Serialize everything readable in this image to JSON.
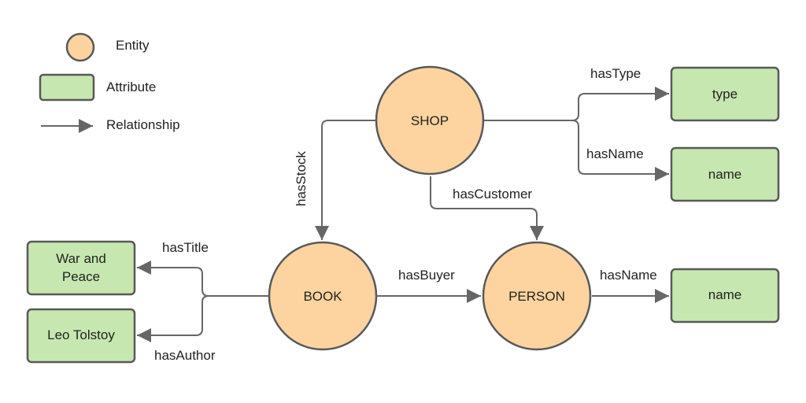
{
  "legend": {
    "entity_label": "Entity",
    "attribute_label": "Attribute",
    "relationship_label": "Relationship"
  },
  "entities": {
    "shop": "SHOP",
    "book": "BOOK",
    "person": "PERSON"
  },
  "attributes": {
    "shop_type": "type",
    "shop_name": "name",
    "book_title_1": "War and",
    "book_title_2": "Peace",
    "book_author": "Leo Tolstoy",
    "person_name": "name"
  },
  "relationships": {
    "has_type": "hasType",
    "has_name_shop": "hasName",
    "has_stock": "hasStock",
    "has_customer": "hasCustomer",
    "has_title": "hasTitle",
    "has_author": "hasAuthor",
    "has_buyer": "hasBuyer",
    "has_name_person": "hasName"
  },
  "colors": {
    "entity_fill": "#fdd4a0",
    "attribute_fill": "#c7e7b0",
    "stroke": "#595959",
    "edge": "#666666"
  }
}
